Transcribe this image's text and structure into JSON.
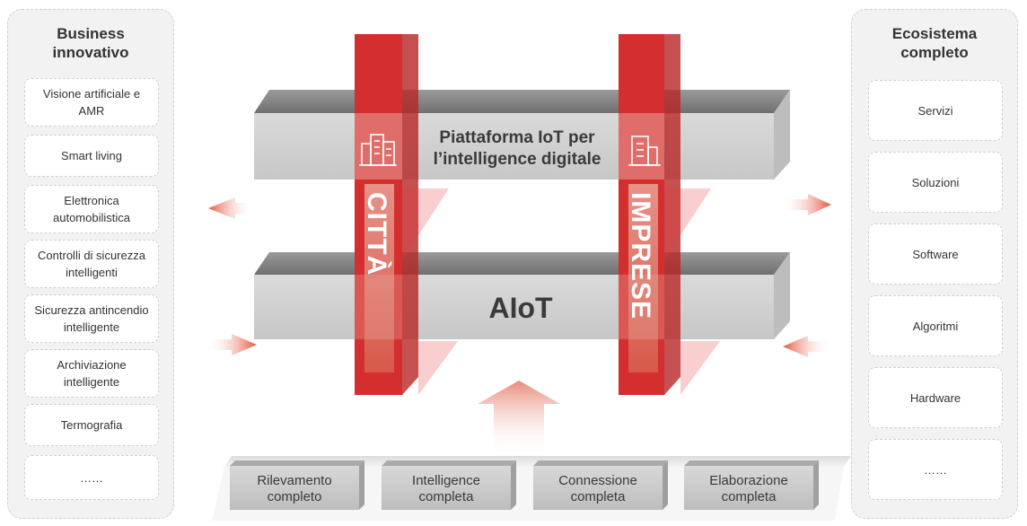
{
  "left_panel": {
    "title": "Business\ninnovativo",
    "items": [
      "Visione artificiale e\nAMR",
      "Smart living",
      "Elettronica\nautomobilistica",
      "Controlli di sicurezza\nintelligenti",
      "Sicurezza antincendio\nintelligente",
      "Archiviazione\nintelligente",
      "Termografia",
      "……"
    ]
  },
  "right_panel": {
    "title": "Ecosistema\ncompleto",
    "items": [
      "Servizi",
      "Soluzioni",
      "Software",
      "Algoritmi",
      "Hardware",
      "……"
    ]
  },
  "center": {
    "top_platform": "Piattaforma IoT per\nl’intelligence digitale",
    "bottom_platform": "AIoT",
    "left_pillar": "CITTÀ",
    "right_pillar": "IMPRESE",
    "left_pillar_icon": "city-buildings-icon",
    "right_pillar_icon": "office-building-icon"
  },
  "bottom": {
    "items": [
      "Rilevamento\ncompleto",
      "Intelligence\ncompleta",
      "Connessione\ncompleta",
      "Elaborazione\ncompleta"
    ]
  },
  "colors": {
    "accent_red": "#d42e2e",
    "arrow_red": "#e8624a",
    "panel_bg": "#f2f2f2",
    "slab_gray": "#c9c9c9"
  }
}
